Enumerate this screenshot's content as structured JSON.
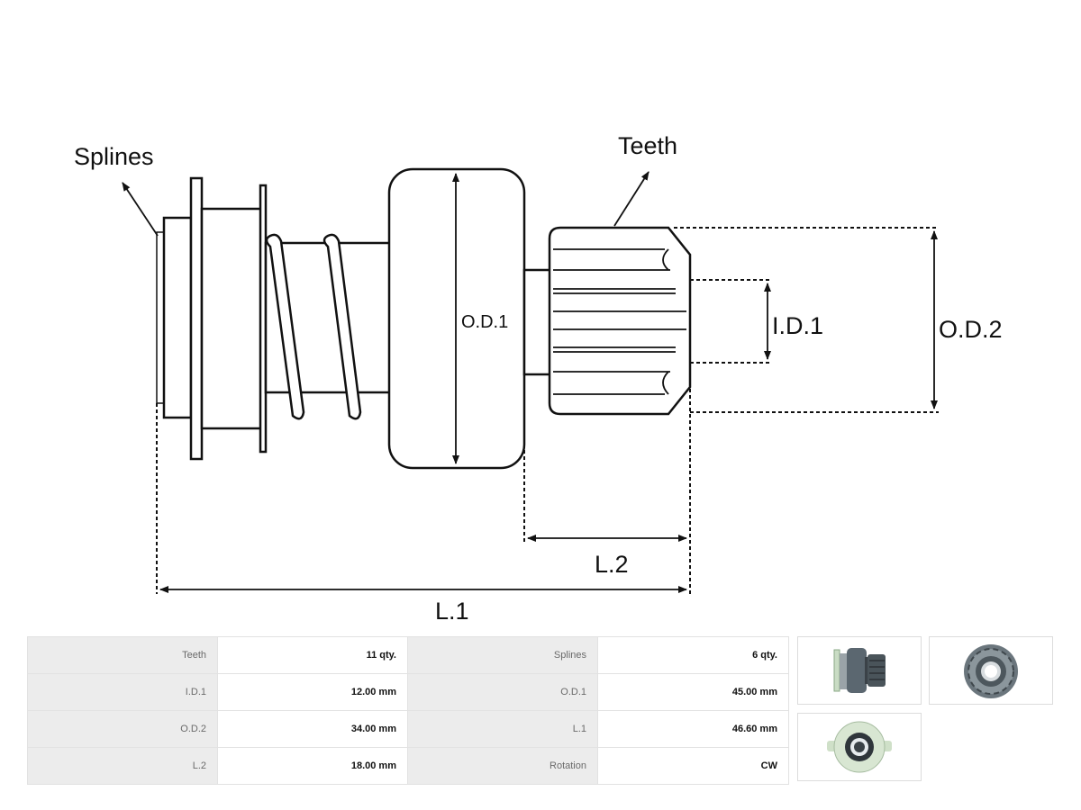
{
  "diagram": {
    "labels": {
      "splines": "Splines",
      "teeth": "Teeth",
      "od1": "O.D.1",
      "id1": "I.D.1",
      "od2": "O.D.2",
      "l1": "L.1",
      "l2": "L.2"
    }
  },
  "specs": {
    "rows": [
      [
        {
          "label": "Teeth",
          "value": "11 qty."
        },
        {
          "label": "Splines",
          "value": "6 qty."
        }
      ],
      [
        {
          "label": "I.D.1",
          "value": "12.00 mm"
        },
        {
          "label": "O.D.1",
          "value": "45.00 mm"
        }
      ],
      [
        {
          "label": "O.D.2",
          "value": "34.00 mm"
        },
        {
          "label": "L.1",
          "value": "46.60 mm"
        }
      ],
      [
        {
          "label": "L.2",
          "value": "18.00 mm"
        },
        {
          "label": "Rotation",
          "value": "CW"
        }
      ]
    ]
  },
  "thumbnails": [
    {
      "name": "side-view-photo",
      "icon": "starter-drive-side-view"
    },
    {
      "name": "pinion-end-photo",
      "icon": "pinion-teeth-end-view"
    },
    {
      "name": "spline-end-photo",
      "icon": "spline-end-view"
    }
  ]
}
